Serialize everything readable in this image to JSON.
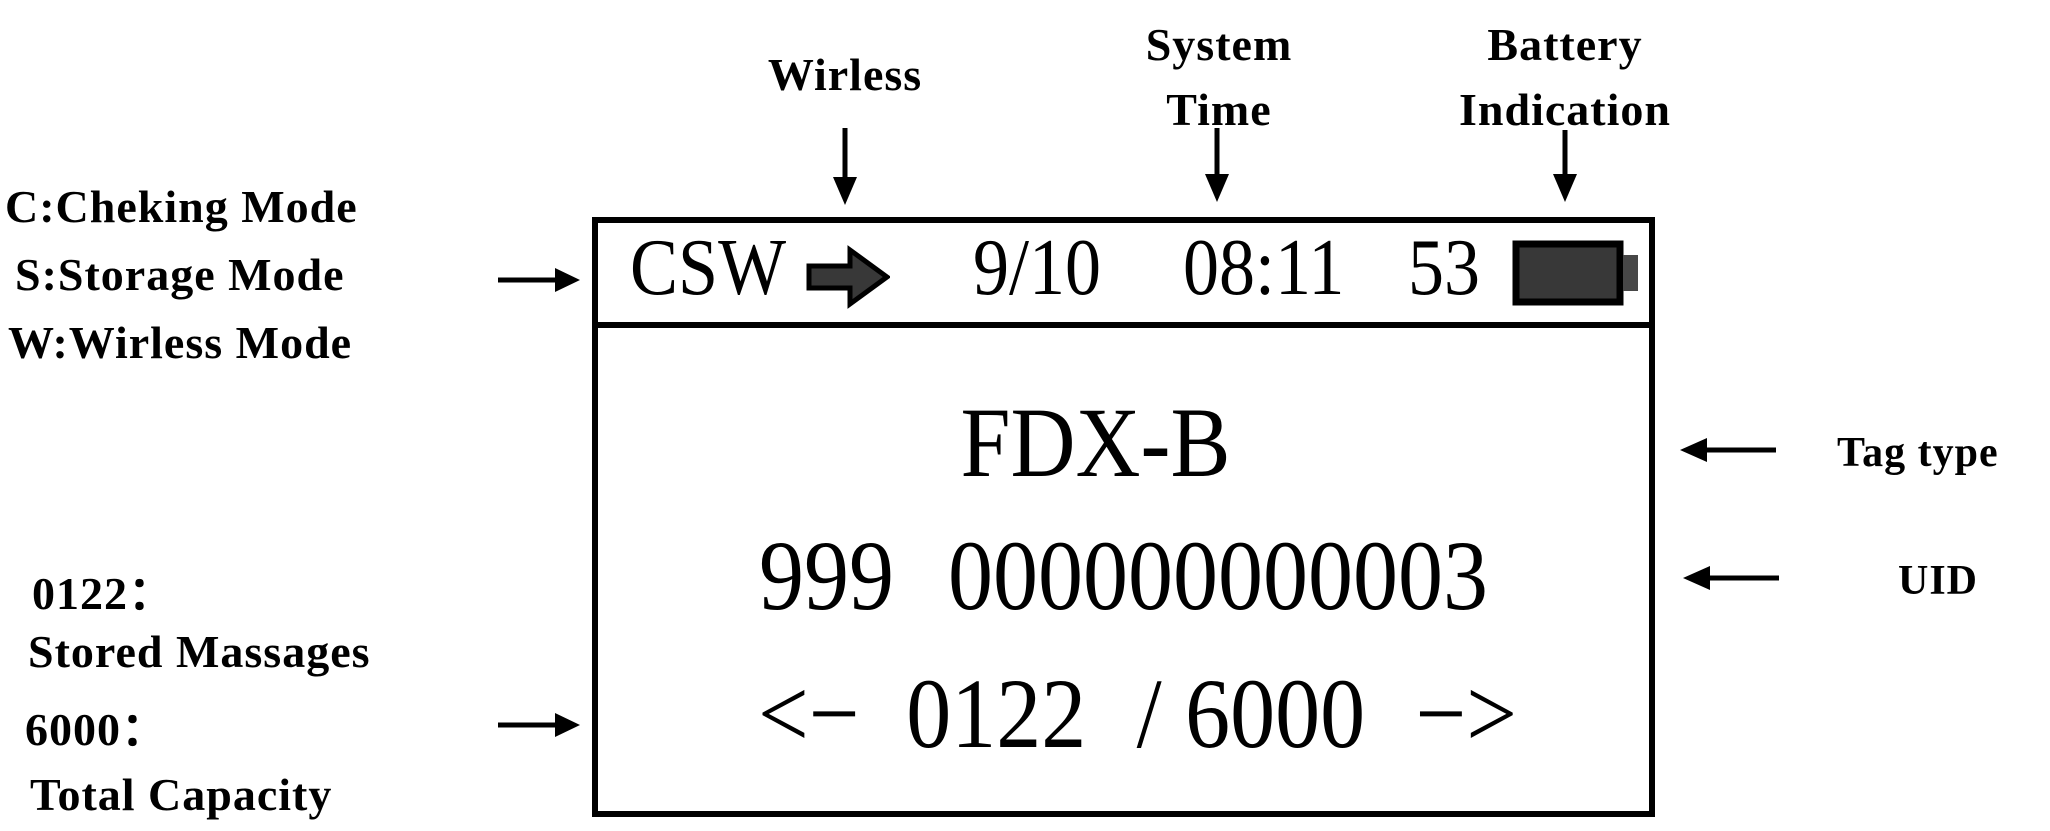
{
  "colors": {
    "ink": "#000000",
    "dark_fill": "#383838",
    "battery_nub_fill": "#474747",
    "background": "#ffffff"
  },
  "callouts": {
    "wireless": "Wirless",
    "system_time": [
      "System",
      "Time"
    ],
    "battery_indication": [
      "Battery",
      "Indication"
    ],
    "mode_legend": [
      "C:Cheking Mode",
      "S:Storage Mode",
      "W:Wirless Mode"
    ],
    "storage_legend": [
      "0122：",
      "Stored Massages",
      "6000：",
      "Total Capacity"
    ],
    "tag_type": "Tag type",
    "uid": "UID"
  },
  "display": {
    "status_bar": {
      "modes": "CSW",
      "wireless_icon": "right-block-arrow",
      "date": "9/10",
      "time": "08:11",
      "battery_percent": "53",
      "battery_icon": "battery-level"
    },
    "tag_type_value": "FDX-B",
    "uid_prefix": "999",
    "uid_number": "000000000003",
    "nav_prev": "<−",
    "nav_current": "0122",
    "nav_separator": "/",
    "nav_total": "6000",
    "nav_next": "−>"
  }
}
